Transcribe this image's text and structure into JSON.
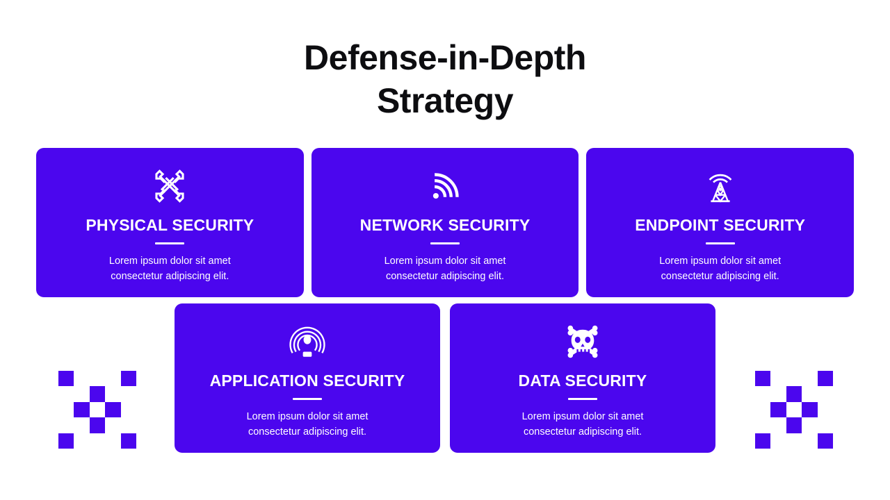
{
  "slide": {
    "background_color": "#FFFFFF",
    "accent_color": "#4B06EE",
    "text_on_accent": "#FFFFFF",
    "title_color": "#0D0D10"
  },
  "header": {
    "title_line_1": "Defense-in-Depth",
    "title_line_2": "Strategy"
  },
  "cards": {
    "top_row": [
      {
        "icon": "crossed-wrenches-icon",
        "title": "PHYSICAL SECURITY",
        "desc_line_1": "Lorem ipsum dolor sit amet",
        "desc_line_2": "consectetur adipiscing elit."
      },
      {
        "icon": "wifi-signal-icon",
        "title": "NETWORK SECURITY",
        "desc_line_1": "Lorem ipsum dolor sit amet",
        "desc_line_2": "consectetur adipiscing elit."
      },
      {
        "icon": "radio-tower-icon",
        "title": "ENDPOINT SECURITY",
        "desc_line_1": "Lorem ipsum dolor sit amet",
        "desc_line_2": "consectetur adipiscing elit."
      }
    ],
    "bottom_row": [
      {
        "icon": "broadcast-user-icon",
        "title": "APPLICATION SECURITY",
        "desc_line_1": "Lorem ipsum dolor sit amet",
        "desc_line_2": "consectetur adipiscing elit."
      },
      {
        "icon": "skull-crossbones-icon",
        "title": "DATA SECURITY",
        "desc_line_1": "Lorem ipsum dolor sit amet",
        "desc_line_2": "consectetur adipiscing elit."
      }
    ]
  },
  "decorations": {
    "left": {
      "name": "checker-plus-pattern-left"
    },
    "right": {
      "name": "checker-plus-pattern-right"
    }
  }
}
